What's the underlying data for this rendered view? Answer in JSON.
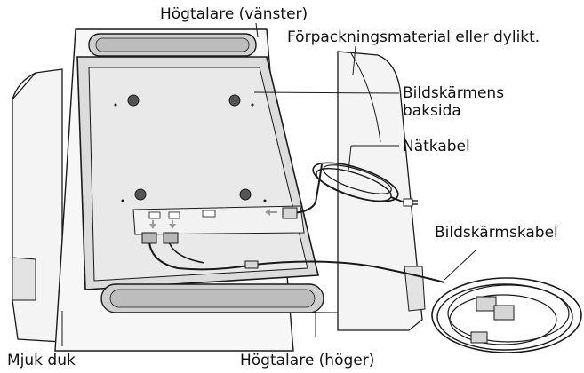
{
  "labels": {
    "speaker_left": "Högtalare (vänster)",
    "packing_material": "Förpackningsmaterial eller dylikt.",
    "screen_back_line1": "Bildskärmens",
    "screen_back_line2": "baksida",
    "power_cable": "Nätkabel",
    "display_cable": "Bildskärmskabel",
    "soft_cloth": "Mjuk duk",
    "speaker_right": "Högtalare (höger)"
  },
  "colors": {
    "stroke": "#1a1a1a",
    "cloth": "#f4f4f4",
    "cloth_shade": "#e3e3e3",
    "panel": "#dcdcdc",
    "panel_inner": "#e9e9e9",
    "speaker": "#cfcfcf",
    "arrow": "#9a9a9a"
  }
}
